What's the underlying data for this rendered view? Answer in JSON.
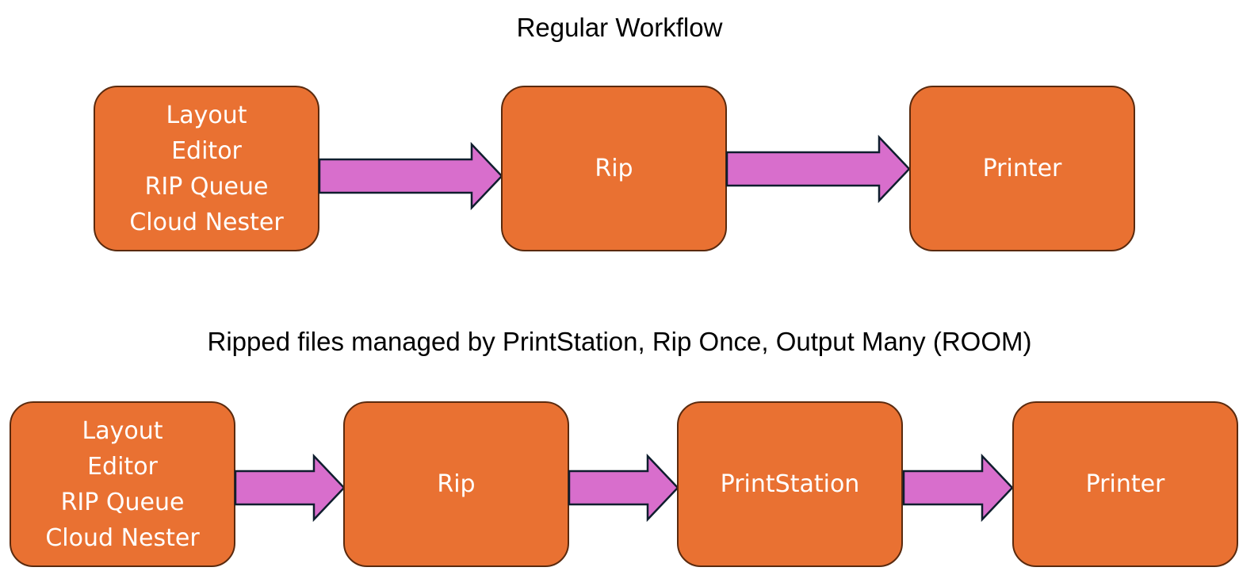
{
  "colors": {
    "box_fill": "#E97132",
    "box_border": "#5A2A0E",
    "arrow_fill": "#D86ECC",
    "arrow_stroke": "#0F1E2E",
    "text_on_box": "#FFFFFF"
  },
  "workflows": [
    {
      "title": "Regular Workflow",
      "steps": [
        {
          "lines": [
            "Layout",
            "Editor",
            "RIP Queue",
            "Cloud Nester"
          ]
        },
        {
          "lines": [
            "Rip"
          ]
        },
        {
          "lines": [
            "Printer"
          ]
        }
      ]
    },
    {
      "title": "Ripped files managed by PrintStation, Rip Once, Output Many (ROOM)",
      "steps": [
        {
          "lines": [
            "Layout",
            "Editor",
            "RIP Queue",
            "Cloud Nester"
          ]
        },
        {
          "lines": [
            "Rip"
          ]
        },
        {
          "lines": [
            "PrintStation"
          ]
        },
        {
          "lines": [
            "Printer"
          ]
        }
      ]
    }
  ]
}
